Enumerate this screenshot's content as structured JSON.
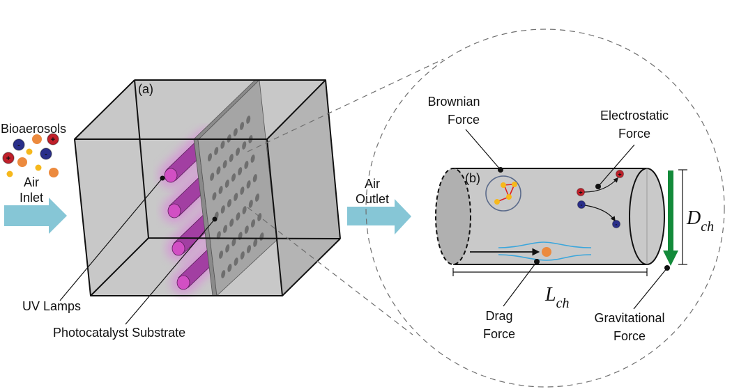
{
  "figure": {
    "panel_a": {
      "label": "(a)",
      "bioaerosols_label": "Bioaerosols",
      "inlet_label_line1": "Air",
      "inlet_label_line2": "Inlet",
      "outlet_label_line1": "Air",
      "outlet_label_line2": "Outlet",
      "uv_lamps_label": "UV Lamps",
      "substrate_label": "Photocatalyst Substrate",
      "lamp_count": 4,
      "substrate_slot_rows": 7,
      "substrate_slots_per_row": 7
    },
    "panel_b": {
      "label": "(b)",
      "brownian_line1": "Brownian",
      "brownian_line2": "Force",
      "electrostatic_line1": "Electrostatic",
      "electrostatic_line2": "Force",
      "drag_line1": "Drag",
      "drag_line2": "Force",
      "gravitational_line1": "Gravitational",
      "gravitational_line2": "Force",
      "diameter_symbol": "D",
      "diameter_subscript": "ch",
      "length_symbol": "L",
      "length_subscript": "ch",
      "positive_charge_symbol": "+",
      "negative_charge_symbol": "-"
    },
    "bioaerosol_particles": [
      {
        "type": "negative"
      },
      {
        "type": "orange"
      },
      {
        "type": "positive"
      },
      {
        "type": "yellow"
      },
      {
        "type": "negative"
      },
      {
        "type": "positive"
      },
      {
        "type": "orange"
      },
      {
        "type": "yellow"
      },
      {
        "type": "yellow"
      },
      {
        "type": "orange"
      }
    ],
    "colors": {
      "arrow_fill": "#86c6d6",
      "box_fill": "#c8c8c8",
      "box_dark": "#b4b4b4",
      "substrate_fill": "#a5a5a5",
      "slot_fill": "#6e6e6e",
      "lamp_fill": "#a23fa2",
      "lamp_cap": "#d24fc4",
      "lamp_glow": "#e070e0",
      "cylinder_fill": "#c9c9c9",
      "cap_fill": "#b0b0b0",
      "positive": "#c0202a",
      "negative": "#2a2f8a",
      "orange": "#ec8a3e",
      "yellow": "#f6b81c",
      "brownian_path": "#e02020",
      "brownian_circle": "#5a6a8a",
      "streamline": "#3aa6dc",
      "gravity_arrow": "#138a3a"
    }
  }
}
